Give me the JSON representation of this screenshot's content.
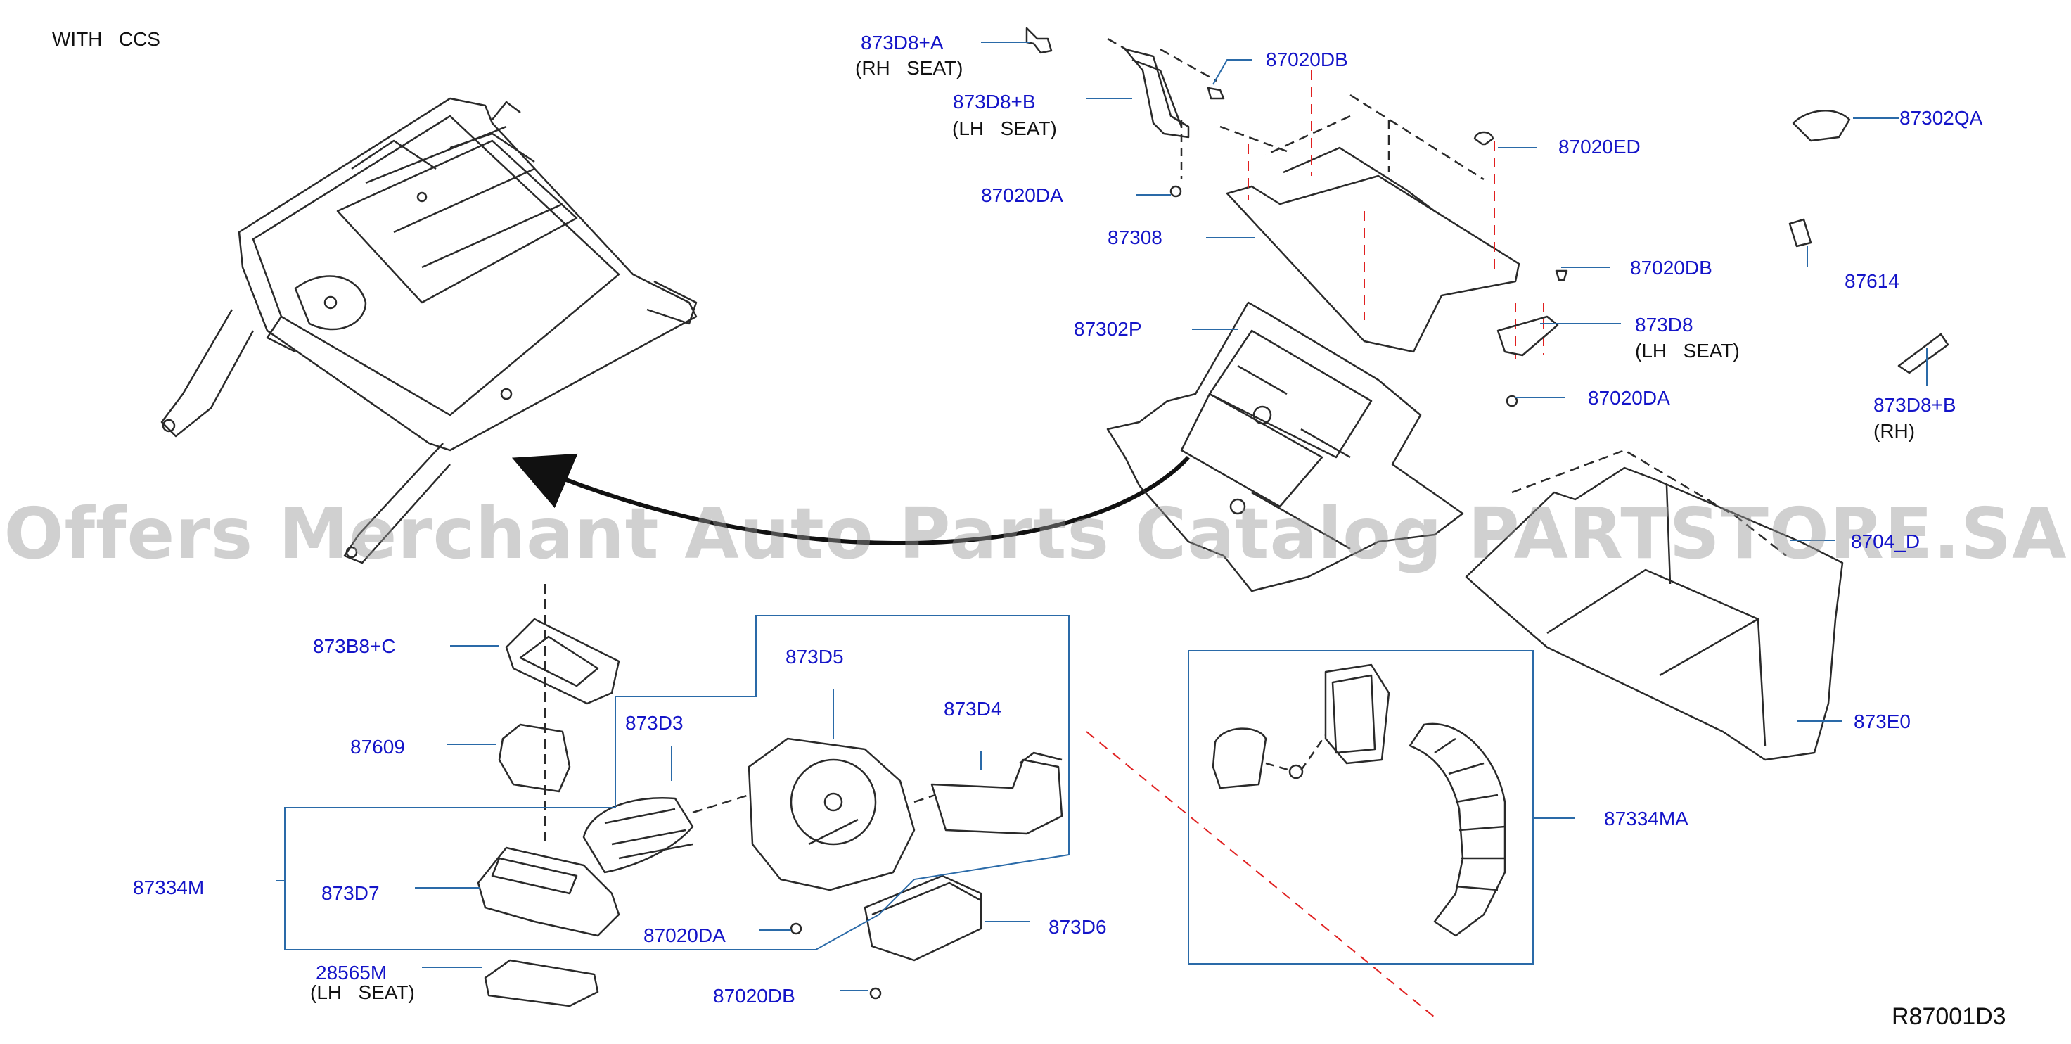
{
  "header": {
    "variant": "WITH   CCS"
  },
  "diagram_code": "R87001D3",
  "watermark": "Offers Merchant Auto Parts Catalog PARTSTORE.SA",
  "colors": {
    "callout": "#1414c8",
    "line": "#2a2a2a",
    "frame": "#2a6aa8",
    "dashed_red": "#e02020"
  },
  "callouts": {
    "p873d8a": {
      "num": "873D8+A",
      "note": "(RH   SEAT)"
    },
    "p873d8b": {
      "num": "873D8+B",
      "note": "(LH   SEAT)"
    },
    "p87020db_top": {
      "num": "87020DB"
    },
    "p87020ed": {
      "num": "87020ED"
    },
    "p87302qa": {
      "num": "87302QA"
    },
    "p87020da_top": {
      "num": "87020DA"
    },
    "p87308": {
      "num": "87308"
    },
    "p87614": {
      "num": "87614"
    },
    "p87020db_mid": {
      "num": "87020DB"
    },
    "p87302p": {
      "num": "87302P"
    },
    "p873d8_lh": {
      "num": "873D8",
      "note": "(LH   SEAT)"
    },
    "p87020da_mid": {
      "num": "87020DA"
    },
    "p873d8b_rh": {
      "num": "873D8+B",
      "note": "(RH)"
    },
    "p8704d": {
      "num": "8704_D"
    },
    "p873b8c": {
      "num": "873B8+C"
    },
    "p873d5": {
      "num": "873D5"
    },
    "p873d3": {
      "num": "873D3"
    },
    "p873d4": {
      "num": "873D4"
    },
    "p87609": {
      "num": "87609"
    },
    "p873e0": {
      "num": "873E0"
    },
    "p87334m": {
      "num": "87334M"
    },
    "p873d7": {
      "num": "873D7"
    },
    "p87334ma": {
      "num": "87334MA"
    },
    "p87020da_bot": {
      "num": "87020DA"
    },
    "p873d6": {
      "num": "873D6"
    },
    "p28565m": {
      "num": "28565M",
      "note": "(LH   SEAT)"
    },
    "p87020db_bot": {
      "num": "87020DB"
    }
  }
}
